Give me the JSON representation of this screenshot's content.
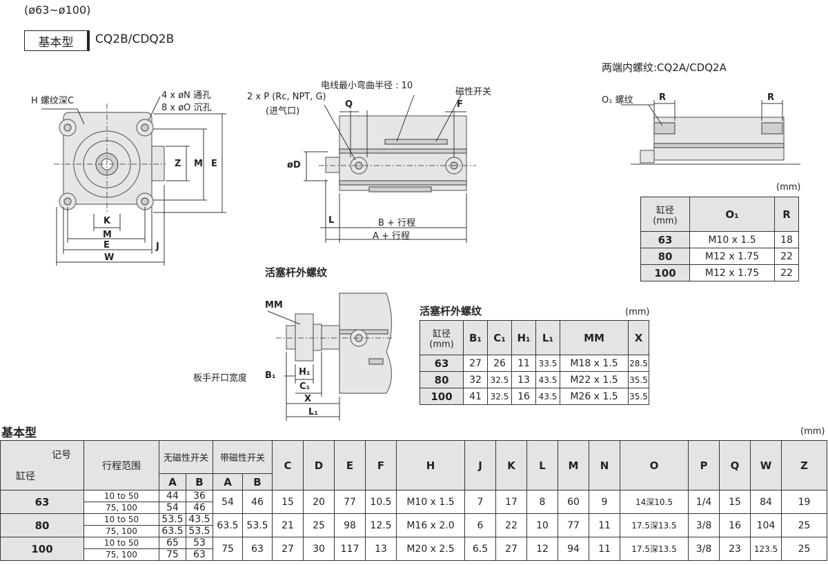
{
  "header": {
    "range": "(ø63~ø100)",
    "type_box": "基本型",
    "model": "CQ2B/CDQ2B"
  },
  "drawing1": {
    "h_label": "H 螺纹深C",
    "n_label": "4 x øN 通孔",
    "o_label": "8 x øO 沉孔",
    "z": "Z",
    "m": "M",
    "e": "E",
    "k": "K",
    "m2": "M",
    "e2": "E",
    "w": "W",
    "j": "J"
  },
  "drawing2": {
    "p_label": "2 x P (Rc, NPT, G)",
    "p_sub": "(进气口)",
    "wire": "电线最小弯曲半径 : 10",
    "switch": "磁性开关",
    "q": "Q",
    "f": "F",
    "d": "øD",
    "l": "L",
    "b_stroke": "B + 行程",
    "a_stroke": "A + 行程"
  },
  "drawing3": {
    "title": "两端内螺纹:CQ2A/CDQ2A",
    "o1": "O₁ 螺纹",
    "r1": "R",
    "r2": "R"
  },
  "table_o1": {
    "unit": "(mm)",
    "headers": [
      "缸径\n(mm)",
      "O₁",
      "R"
    ],
    "head_bore": "缸径",
    "head_bore_unit": "(mm)",
    "head_o1": "O₁",
    "head_r": "R",
    "rows": [
      {
        "bore": "63",
        "o1": "M10 x 1.5",
        "r": "18"
      },
      {
        "bore": "80",
        "o1": "M12 x 1.75",
        "r": "22"
      },
      {
        "bore": "100",
        "o1": "M12 x 1.75",
        "r": "22"
      }
    ]
  },
  "rod_drawing": {
    "title": "活塞杆外螺纹",
    "mm": "MM",
    "spanner": "板手开口宽度",
    "b1": "B₁",
    "h1": "H₁",
    "c1": "C₁",
    "x": "X",
    "l1": "L₁"
  },
  "table_rod": {
    "title": "活塞杆外螺纹",
    "unit": "(mm)",
    "head_bore": "缸径",
    "head_bore_unit": "(mm)",
    "cols": [
      "B₁",
      "C₁",
      "H₁",
      "L₁",
      "MM",
      "X"
    ],
    "rows": [
      {
        "bore": "63",
        "b1": "27",
        "c1": "26",
        "h1": "11",
        "l1": "33.5",
        "mm": "M18 x 1.5",
        "x": "28.5"
      },
      {
        "bore": "80",
        "b1": "32",
        "c1": "32.5",
        "h1": "13",
        "l1": "43.5",
        "mm": "M22 x 1.5",
        "x": "35.5"
      },
      {
        "bore": "100",
        "b1": "41",
        "c1": "32.5",
        "h1": "16",
        "l1": "43.5",
        "mm": "M26 x 1.5",
        "x": "35.5"
      }
    ]
  },
  "main_table": {
    "title": "基本型",
    "unit": "(mm)",
    "head_symbol": "记号",
    "head_bore": "缸径",
    "head_stroke": "行程范围",
    "head_nomag": "无磁性开关",
    "head_mag": "带磁性开关",
    "a": "A",
    "b": "B",
    "a2": "A",
    "b2": "B",
    "cols": [
      "C",
      "D",
      "E",
      "F",
      "H",
      "J",
      "K",
      "L",
      "M",
      "N",
      "O",
      "P",
      "Q",
      "W",
      "Z"
    ],
    "rows": [
      {
        "bore": "63",
        "s1": "10 to 50",
        "a1": "44",
        "b1": "36",
        "s2": "75, 100",
        "a2": "54",
        "b2": "46",
        "ma": "54",
        "mb": "46",
        "c": "15",
        "d": "20",
        "e": "77",
        "f": "10.5",
        "h": "M10 x 1.5",
        "j": "7",
        "k": "17",
        "l": "8",
        "m": "60",
        "n": "9",
        "o": "14深10.5",
        "p": "1/4",
        "q": "15",
        "w": "84",
        "z": "19"
      },
      {
        "bore": "80",
        "s1": "10 to 50",
        "a1": "53.5",
        "b1": "43.5",
        "s2": "75, 100",
        "a2": "63.5",
        "b2": "53.5",
        "ma": "63.5",
        "mb": "53.5",
        "c": "21",
        "d": "25",
        "e": "98",
        "f": "12.5",
        "h": "M16 x 2.0",
        "j": "6",
        "k": "22",
        "l": "10",
        "m": "77",
        "n": "11",
        "o": "17.5深13.5",
        "p": "3/8",
        "q": "16",
        "w": "104",
        "z": "25"
      },
      {
        "bore": "100",
        "s1": "10 to 50",
        "a1": "65",
        "b1": "53",
        "s2": "75, 100",
        "a2": "75",
        "b2": "63",
        "ma": "75",
        "mb": "63",
        "c": "27",
        "d": "30",
        "e": "117",
        "f": "13",
        "h": "M20 x 2.5",
        "j": "6.5",
        "k": "27",
        "l": "12",
        "m": "94",
        "n": "11",
        "o": "17.5深13.5",
        "p": "3/8",
        "q": "23",
        "w": "123.5",
        "z": "25"
      }
    ]
  }
}
